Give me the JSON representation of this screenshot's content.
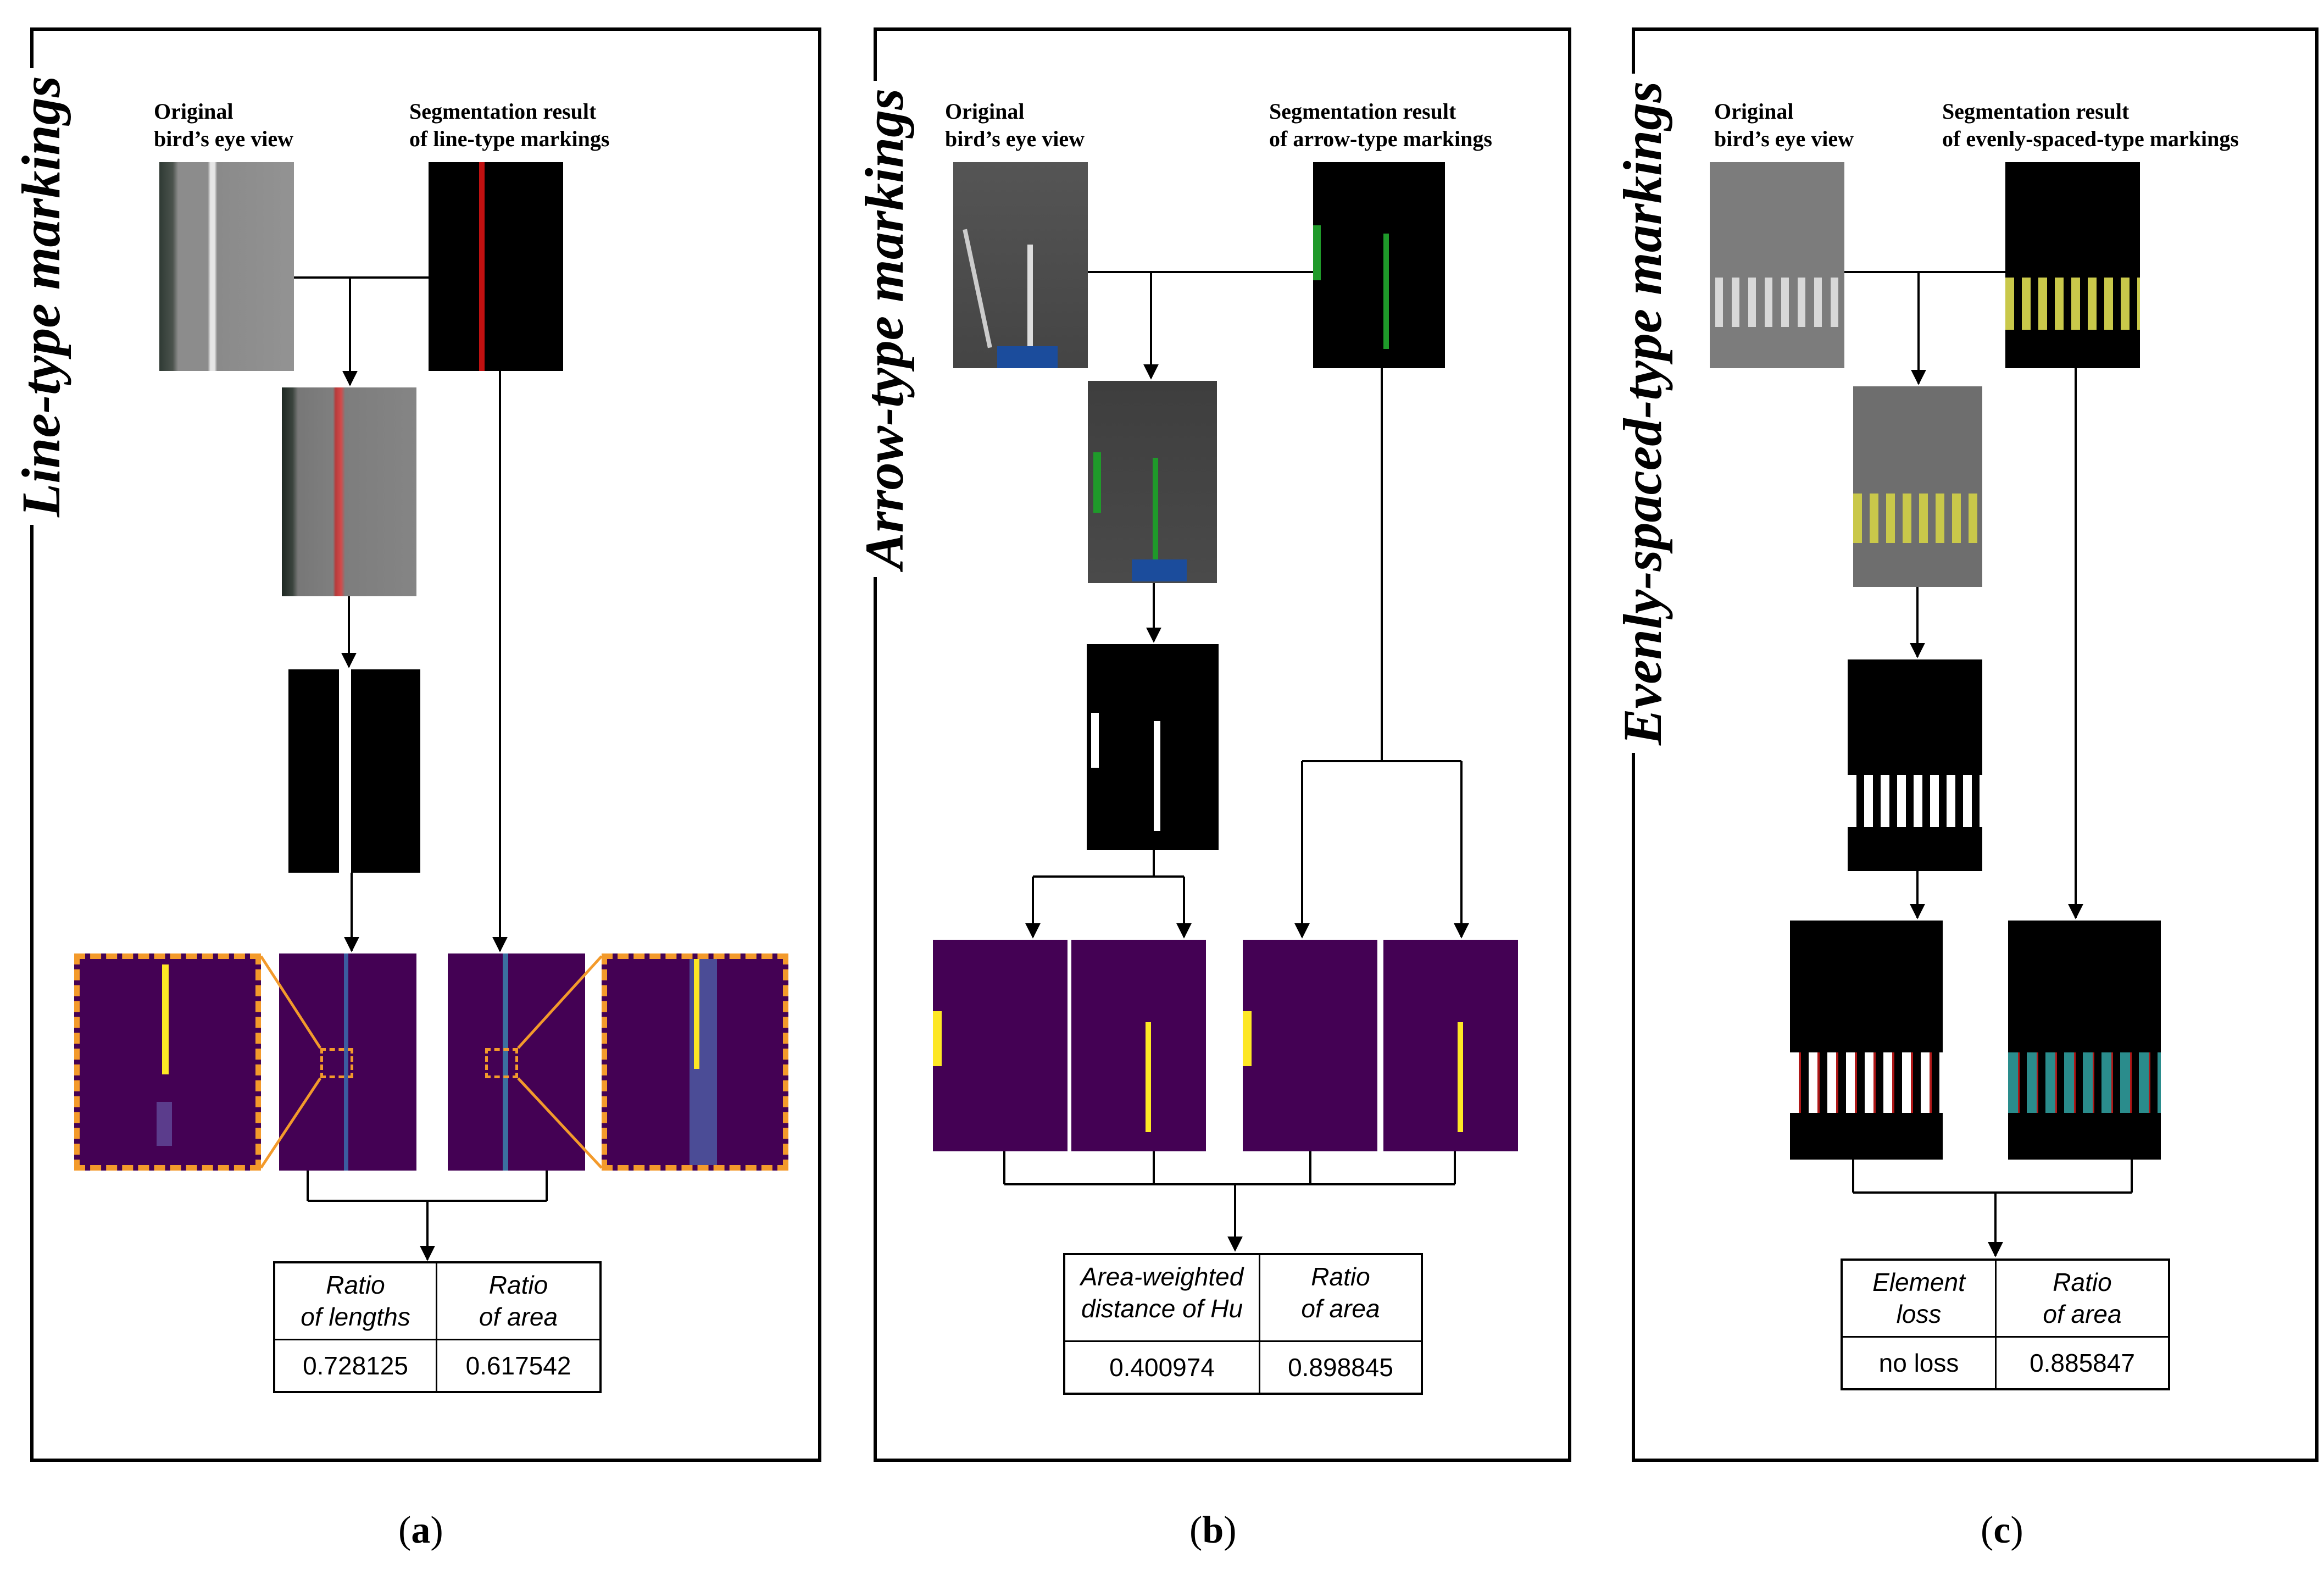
{
  "panels": {
    "a": {
      "title": "Line-type markings",
      "label_orig": [
        "Original",
        "bird’s eye view"
      ],
      "label_seg": [
        "Segmentation result",
        "of line-type markings"
      ],
      "metric1_header": [
        "Ratio",
        "of lengths"
      ],
      "metric2_header": [
        "Ratio",
        "of area"
      ],
      "metric1_value": "0.728125",
      "metric2_value": "0.617542",
      "caption": "a"
    },
    "b": {
      "title": "Arrow-type markings",
      "label_orig": [
        "Original",
        "bird’s eye view"
      ],
      "label_seg": [
        "Segmentation result",
        "of arrow-type markings"
      ],
      "metric1_header": [
        "Area-weighted",
        "distance of Hu"
      ],
      "metric2_header": [
        "Ratio",
        "of area"
      ],
      "metric1_value": "0.400974",
      "metric2_value": "0.898845",
      "caption": "b"
    },
    "c": {
      "title": "Evenly-spaced-type markings",
      "label_orig": [
        "Original",
        "bird’s eye view"
      ],
      "label_seg": [
        "Segmentation result",
        "of evenly-spaced-type markings"
      ],
      "metric1_header": [
        "Element",
        "loss"
      ],
      "metric2_header": [
        "Ratio",
        "of area"
      ],
      "metric1_value": "no loss",
      "metric2_value": "0.885847",
      "caption": "c"
    }
  },
  "colors": {
    "purple": "#440154",
    "yellow": "#fde725",
    "road": "#8a8a8a",
    "dark_road": "#3c3c3c",
    "red_line": "#c01010",
    "green_arrow": "#1f9a2a",
    "yellow_stripe": "#c9c84a",
    "teal_stripe": "#2a8c8c",
    "orange_zoom": "#f39a2b"
  }
}
